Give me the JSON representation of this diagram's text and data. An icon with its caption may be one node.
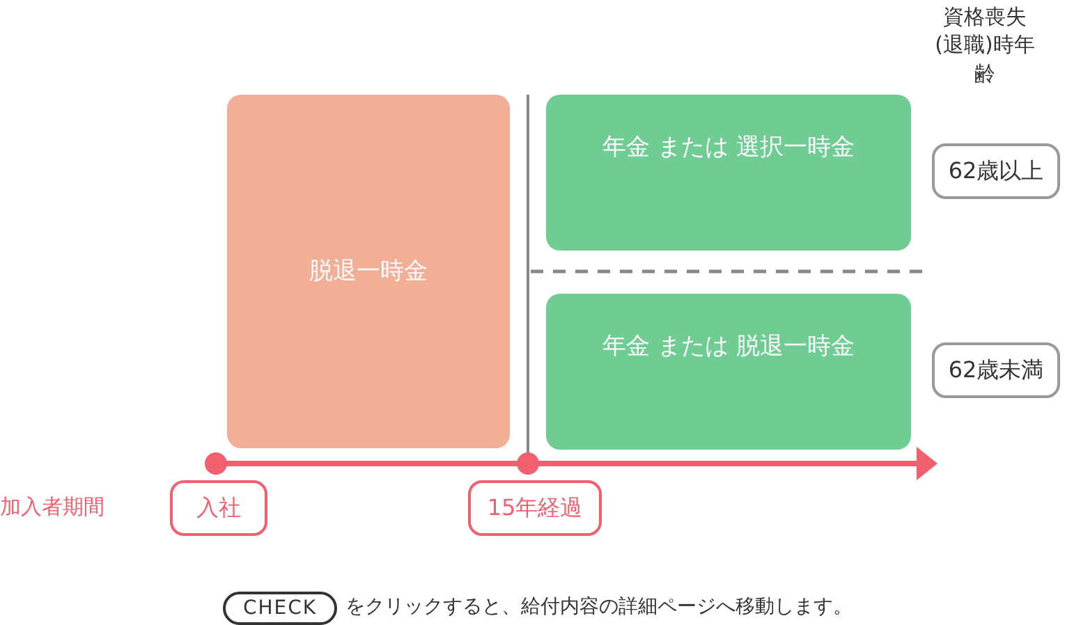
{
  "diagram": {
    "nodes": [
      {
        "text": [
          "脱退一時金"
        ]
      },
      {
        "text": [
          "年金 または 選択一時金"
        ]
      },
      {
        "text": [
          "年金 または 脱退一時金"
        ]
      },
      {
        "text": [
          "62歳以上"
        ]
      },
      {
        "text": [
          "62歳未満"
        ]
      },
      {
        "text": [
          "入社"
        ]
      },
      {
        "text": [
          "15年経過"
        ]
      },
      {
        "text": [
          "CHECK"
        ]
      }
    ],
    "labels": [
      "資格喪失(退職)時年齢",
      "加入者期間",
      "をクリックすると、給付内容の詳細ページへ移動します。"
    ]
  }
}
